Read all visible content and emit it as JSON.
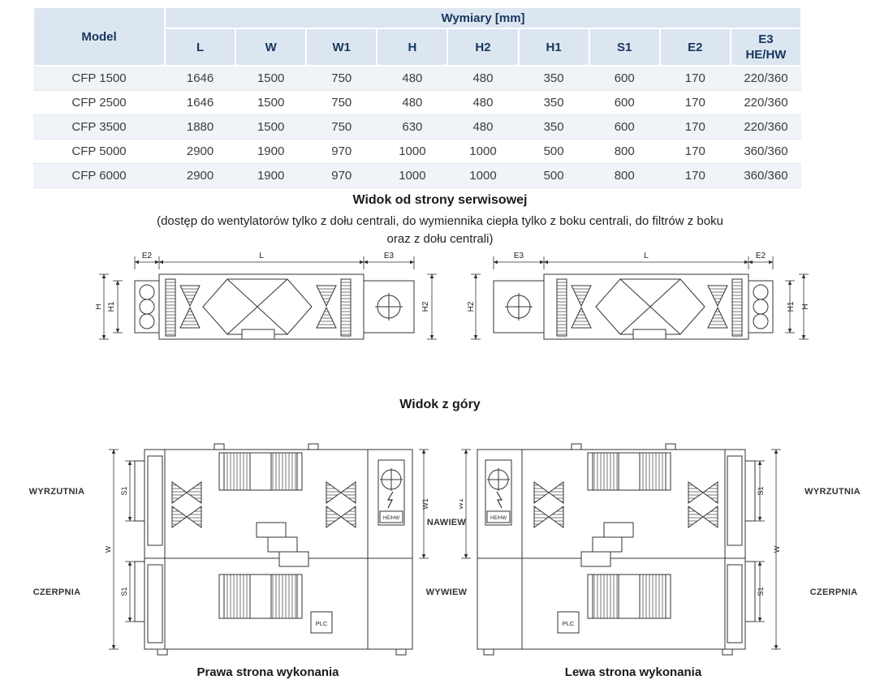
{
  "table": {
    "model_header": "Model",
    "group_header": "Wymiary [mm]",
    "columns": [
      "L",
      "W",
      "W1",
      "H",
      "H2",
      "H1",
      "S1",
      "E2",
      "E3\nHE/HW"
    ],
    "rows": [
      {
        "model": "CFP 1500",
        "values": [
          "1646",
          "1500",
          "750",
          "480",
          "480",
          "350",
          "600",
          "170",
          "220/360"
        ]
      },
      {
        "model": "CFP 2500",
        "values": [
          "1646",
          "1500",
          "750",
          "480",
          "480",
          "350",
          "600",
          "170",
          "220/360"
        ]
      },
      {
        "model": "CFP 3500",
        "values": [
          "1880",
          "1500",
          "750",
          "630",
          "480",
          "350",
          "600",
          "170",
          "220/360"
        ]
      },
      {
        "model": "CFP 5000",
        "values": [
          "2900",
          "1900",
          "970",
          "1000",
          "1000",
          "500",
          "800",
          "170",
          "360/360"
        ]
      },
      {
        "model": "CFP 6000",
        "values": [
          "2900",
          "1900",
          "970",
          "1000",
          "1000",
          "500",
          "800",
          "170",
          "360/360"
        ]
      }
    ]
  },
  "service_view": {
    "title": "Widok od strony serwisowej",
    "note": "(dostęp do wentylatorów tylko z dołu centrali, do wymiennika ciepła tylko z boku centrali, do filtrów z boku oraz z dołu centrali)"
  },
  "top_view": {
    "title": "Widok z góry",
    "caption_right_version": "Prawa strona wykonania",
    "caption_left_version": "Lewa strona wykonania",
    "labels": {
      "wyrzutnia": "WYRZUTNIA",
      "czerpnia": "CZERPNIA",
      "nawiew": "NAWIEW",
      "wywiew": "WYWIEW",
      "plc": "PLC",
      "hehw": "HE/HW"
    }
  },
  "dim_labels": {
    "E2": "E2",
    "E3": "E3",
    "L": "L",
    "H": "H",
    "H1": "H1",
    "H2": "H2",
    "W": "W",
    "W1": "W1",
    "S1": "S1"
  },
  "colors": {
    "header_bg": "#dce6f1",
    "header_text": "#17375d",
    "row_alt": "#f0f3f7",
    "line": "#333333"
  }
}
